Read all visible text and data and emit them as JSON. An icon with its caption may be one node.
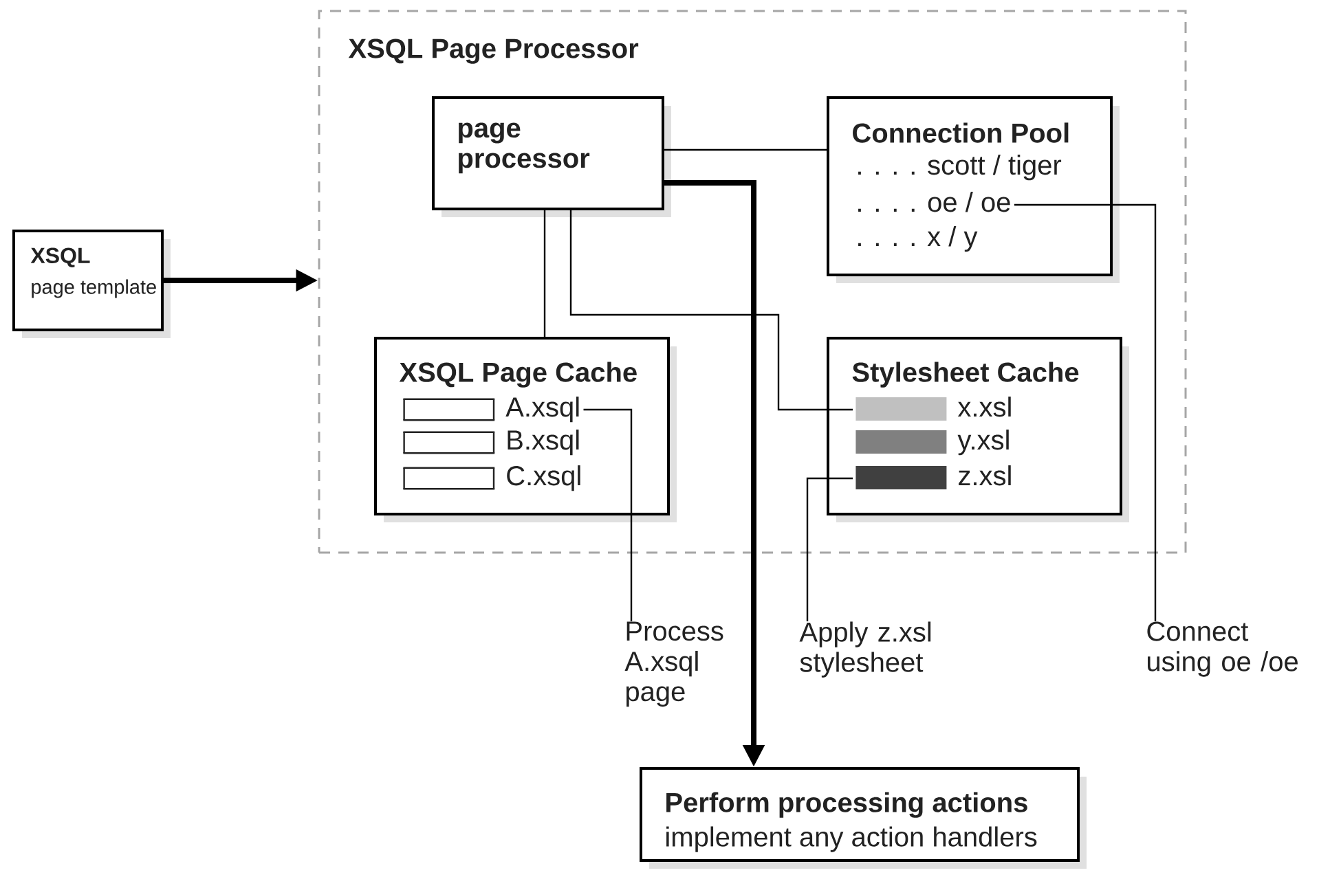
{
  "diagram": {
    "nodes": [
      {
        "text": [
          "XSQL Page Processor"
        ]
      },
      {
        "text": [
          "page processor"
        ],
        "in": 0
      },
      {
        "text": [
          "Connection Pool"
        ],
        "in": 0
      },
      {
        "text": [
          ". . . . scott / tiger"
        ],
        "in": 2
      },
      {
        "text": [
          ". . . . oe / oe"
        ],
        "in": 2
      },
      {
        "text": [
          ". . . . x / y"
        ],
        "in": 2
      },
      {
        "text": [
          "XSQL",
          "page template"
        ]
      },
      {
        "text": [
          "XSQL Page Cache"
        ],
        "in": 0
      },
      {
        "text": [
          "A.xsql"
        ],
        "in": 7
      },
      {
        "text": [
          "B.xsql"
        ],
        "in": 7
      },
      {
        "text": [
          "C.xsql"
        ],
        "in": 7
      },
      {
        "text": [
          "Stylesheet Cache"
        ],
        "in": 0
      },
      {
        "text": [
          "x.xsl"
        ],
        "in": 11
      },
      {
        "text": [
          "y.xsl"
        ],
        "in": 11
      },
      {
        "text": [
          "z.xsl"
        ],
        "in": 11
      },
      {
        "text": [
          "Process A.xsql page"
        ]
      },
      {
        "text": [
          "Apply z.xsl stylesheet"
        ]
      },
      {
        "text": [
          "Connect using oe /oe"
        ]
      },
      {
        "text": [
          "Perform processing actions",
          "implement any action handlers"
        ]
      }
    ],
    "edges": [
      {
        "from": 6,
        "to": 0,
        "arrow": "to",
        "style": "thick"
      },
      {
        "from": 1,
        "to": 2,
        "arrow": "none"
      },
      {
        "from": 1,
        "to": 7,
        "arrow": "none"
      },
      {
        "from": 1,
        "to": 12,
        "arrow": "none"
      },
      {
        "from": 1,
        "to": 18,
        "arrow": "to",
        "style": "thick"
      },
      {
        "from": 15,
        "to": 8,
        "arrow": "none"
      },
      {
        "from": 16,
        "to": 14,
        "arrow": "none"
      },
      {
        "from": 17,
        "to": 4,
        "arrow": "none"
      }
    ]
  }
}
